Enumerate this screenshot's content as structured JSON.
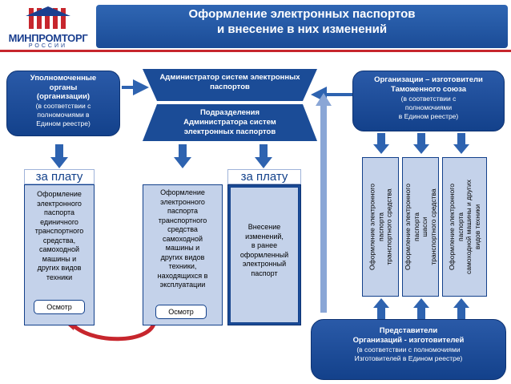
{
  "header": {
    "title_line1": "Оформление электронных паспортов",
    "title_line2": "и внесение в них изменений",
    "logo_text": "МИНПРОМТОРГ",
    "logo_sub": "РОССИИ"
  },
  "left_box": {
    "title_l1": "Уполномоченные",
    "title_l2": "органы",
    "title_l3": "(организации)",
    "note_l1": "(в соответствии с",
    "note_l2": "полномочиями в",
    "note_l3": "Едином реестре)"
  },
  "admin_box": {
    "l1": "Администратор систем электронных",
    "l2": "паспортов"
  },
  "sub_box": {
    "l1": "Подразделения",
    "l2": "Администратора систем",
    "l3": "электронных паспортов"
  },
  "right_box": {
    "title_l1": "Организации – изготовители",
    "title_l2": "Таможенного союза",
    "note_l1": "(в соответствии с",
    "note_l2": "полномочиями",
    "note_l3": "в Едином реестре)"
  },
  "fee_label": "за плату",
  "col1": [
    "Оформление",
    "электронного",
    "паспорта",
    "единичного",
    "транспортного",
    "средства,",
    "самоходной",
    "машины и",
    "других видов",
    "техники"
  ],
  "col2": [
    "Оформление",
    "электронного",
    "паспорта",
    "транспортного",
    "средства",
    "самоходной",
    "машины и",
    "других видов",
    "техники,",
    "находящихся в",
    "эксплуатации"
  ],
  "col3": [
    "Внесение",
    "изменений,",
    "в ранее",
    "оформленный",
    "электронный",
    "паспорт"
  ],
  "osmotr": "Осмотр",
  "vert1": [
    "Оформление электронного",
    "паспорта",
    "транспортного средства"
  ],
  "vert2": [
    "Оформление электронного",
    "паспорта",
    "шасси",
    "транспортного средства"
  ],
  "vert3": [
    "Оформление электронного",
    "паспорта",
    "самоходной машины и других",
    "видов техники"
  ],
  "bottom_box": {
    "title_l1": "Представители",
    "title_l2": "Организаций - изготовителей",
    "note_l1": "(в соответствии с полномочиями",
    "note_l2": "Изготовителей в Едином реестре)"
  },
  "colors": {
    "dark_blue": "#13418b",
    "light_blue": "#c4d2ea",
    "red": "#c7262d",
    "arrow": "#2e63b0"
  }
}
